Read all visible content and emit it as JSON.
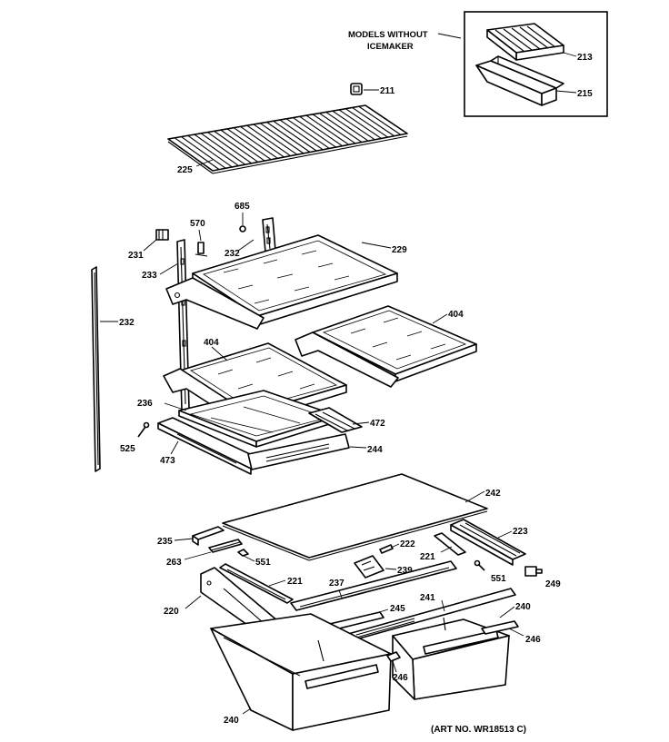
{
  "inset": {
    "title_line1": "MODELS WITHOUT",
    "title_line2": "ICEMAKER"
  },
  "art_no": "(ART NO. WR18513 C)",
  "parts": {
    "p211": "211",
    "p213": "213",
    "p215": "215",
    "p225": "225",
    "p685": "685",
    "p570": "570",
    "p231": "231",
    "p232_top": "232",
    "p233": "233",
    "p229": "229",
    "p232_side": "232",
    "p404_right": "404",
    "p404_left": "404",
    "p236": "236",
    "p472": "472",
    "p525": "525",
    "p473": "473",
    "p244": "244",
    "p242": "242",
    "p235": "235",
    "p223": "223",
    "p222": "222",
    "p221_right": "221",
    "p263": "263",
    "p551_left": "551",
    "p239": "239",
    "p237": "237",
    "p551_right": "551",
    "p249": "249",
    "p221_left": "221",
    "p220": "220",
    "p245": "245",
    "p241": "241",
    "p240_right": "240",
    "p246_right": "246",
    "p246_mid": "246",
    "p240_bottom": "240"
  }
}
